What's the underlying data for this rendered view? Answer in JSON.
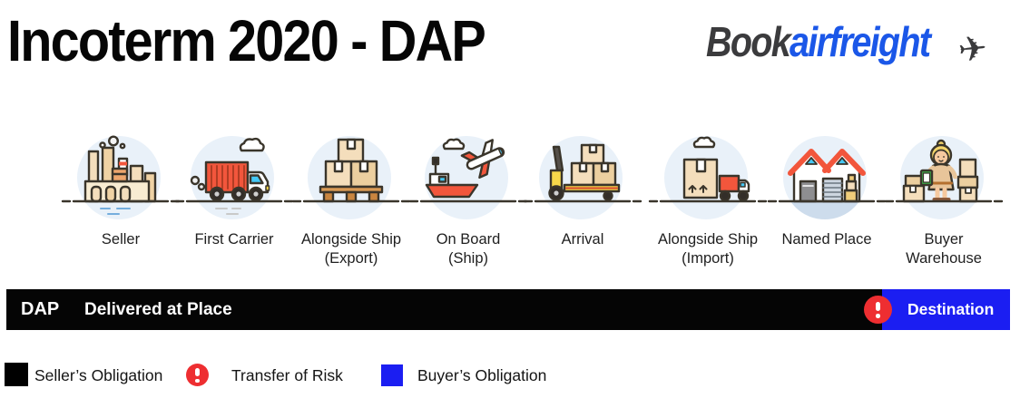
{
  "header": {
    "title": "Incoterm 2020 - DAP",
    "logo": {
      "part1": "Book",
      "part2": "airfreight",
      "plane_icon": "airplane-icon"
    }
  },
  "stages": [
    {
      "label": "Seller",
      "icon": "factory-icon"
    },
    {
      "label": "First Carrier",
      "icon": "truck-icon"
    },
    {
      "label": "Alongside Ship\n(Export)",
      "icon": "pallet-boxes-icon"
    },
    {
      "label": "On Board\n(Ship)",
      "icon": "ship-plane-icon"
    },
    {
      "label": "Arrival",
      "icon": "pallet-jack-icon"
    },
    {
      "label": "Alongside Ship\n(Import)",
      "icon": "box-truck-icon"
    },
    {
      "label": "Named Place",
      "icon": "warehouse-icon"
    },
    {
      "label": "Buyer\nWarehouse",
      "icon": "worker-icon"
    }
  ],
  "bar": {
    "code": "DAP",
    "name": "Delivered at Place",
    "destination": "Destination",
    "risk_icon": "exclamation-icon"
  },
  "legend": [
    {
      "label": "Seller’s Obligation",
      "swatch": "black-square"
    },
    {
      "label": "Transfer of Risk",
      "swatch": "risk-exclamation-icon"
    },
    {
      "label": "Buyer’s Obligation",
      "swatch": "blue-square"
    }
  ],
  "colors": {
    "seller_obligation": "#050505",
    "buyer_obligation": "#1b1ef2",
    "risk_red": "#ee2e31",
    "logo_dark": "#3b3b3d",
    "logo_blue": "#1b57e8",
    "stage_circle_bg": "#e9f1f9"
  },
  "plane_glyph": "✈"
}
